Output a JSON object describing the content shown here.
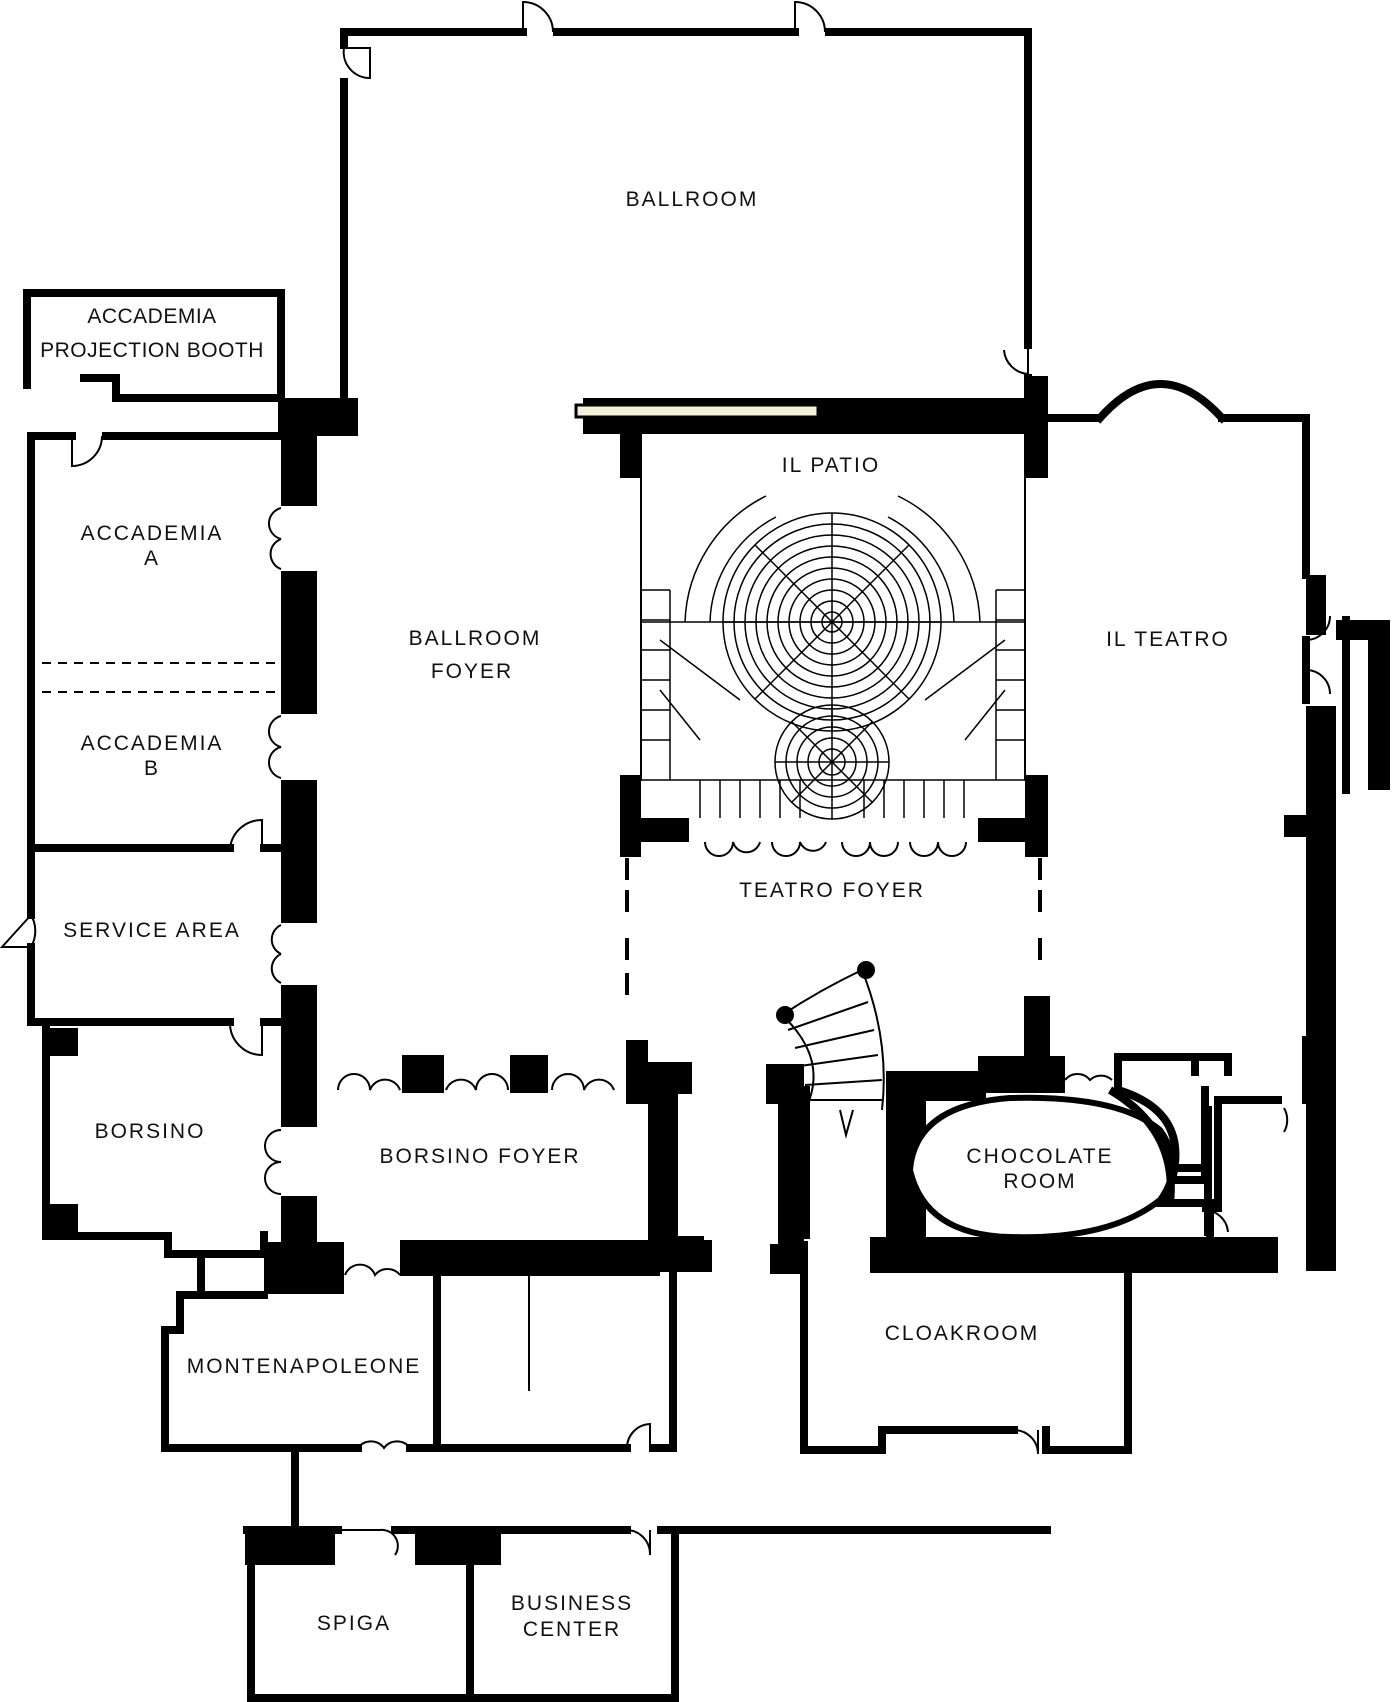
{
  "colors": {
    "wall": "#000000",
    "background": "#ffffff",
    "label": "#111111",
    "accent_strip": "#f5f0d8"
  },
  "rooms": {
    "ballroom": "BALLROOM",
    "accademia_projection_line1": "ACCADEMIA",
    "accademia_projection_line2": "PROJECTION BOOTH",
    "accademia_a_line1": "ACCADEMIA",
    "accademia_a_line2": "A",
    "accademia_b_line1": "ACCADEMIA",
    "accademia_b_line2": "B",
    "ballroom_foyer_line1": "BALLROOM",
    "ballroom_foyer_line2": "FOYER",
    "il_patio": "IL PATIO",
    "il_teatro": "IL TEATRO",
    "teatro_foyer": "TEATRO FOYER",
    "service_area": "SERVICE AREA",
    "borsino": "BORSINO",
    "borsino_foyer": "BORSINO FOYER",
    "chocolate_room_line1": "CHOCOLATE",
    "chocolate_room_line2": "ROOM",
    "montenapoleone": "MONTENAPOLEONE",
    "cloakroom": "CLOAKROOM",
    "spiga": "SPIGA",
    "business_center_line1": "BUSINESS",
    "business_center_line2": "CENTER"
  }
}
